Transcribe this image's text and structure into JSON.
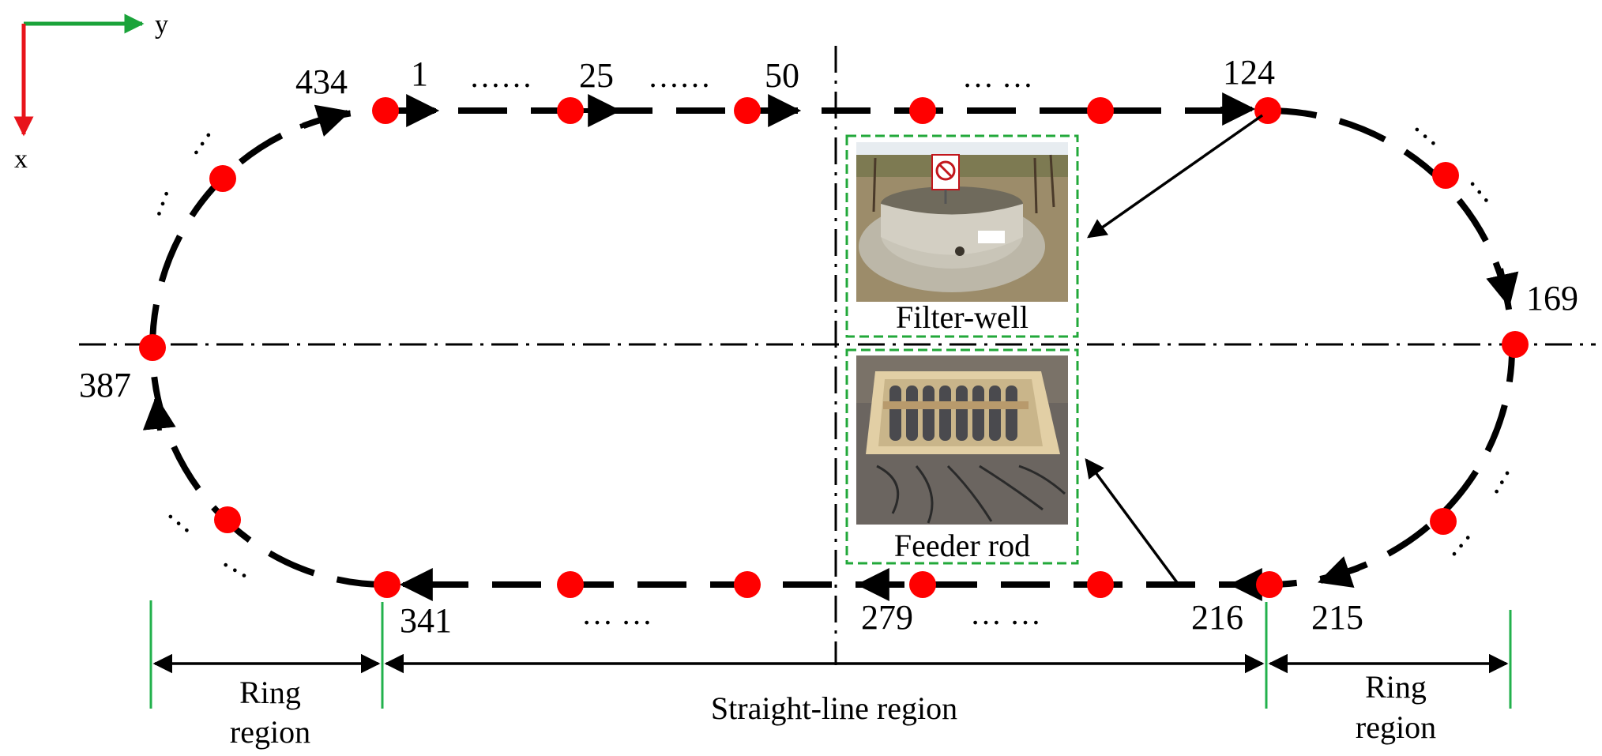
{
  "axes": {
    "x_label": "x",
    "y_label": "y"
  },
  "point_labels": {
    "p434": "434",
    "p1": "1",
    "p25": "25",
    "p50": "50",
    "p124": "124",
    "p169": "169",
    "p215": "215",
    "p216": "216",
    "p279": "279",
    "p341": "341",
    "p387": "387"
  },
  "ellipsis": {
    "top_left": "……",
    "top_mid": "……",
    "top_right": "… …",
    "bottom_left": "… …",
    "bottom_right": "… …",
    "arc_dots": "…"
  },
  "photos": {
    "filter_well": {
      "caption": "Filter-well"
    },
    "feeder_rod": {
      "caption": "Feeder rod"
    }
  },
  "regions": {
    "left": [
      "Ring",
      "region"
    ],
    "middle": "Straight-line region",
    "right": [
      "Ring",
      "region"
    ]
  },
  "colors": {
    "point": "#ff0000",
    "axis_x": "#e8141b",
    "axis_y": "#1aa33a",
    "frame": "#22a83a",
    "boundary": "#22b14c",
    "path": "#000000"
  }
}
